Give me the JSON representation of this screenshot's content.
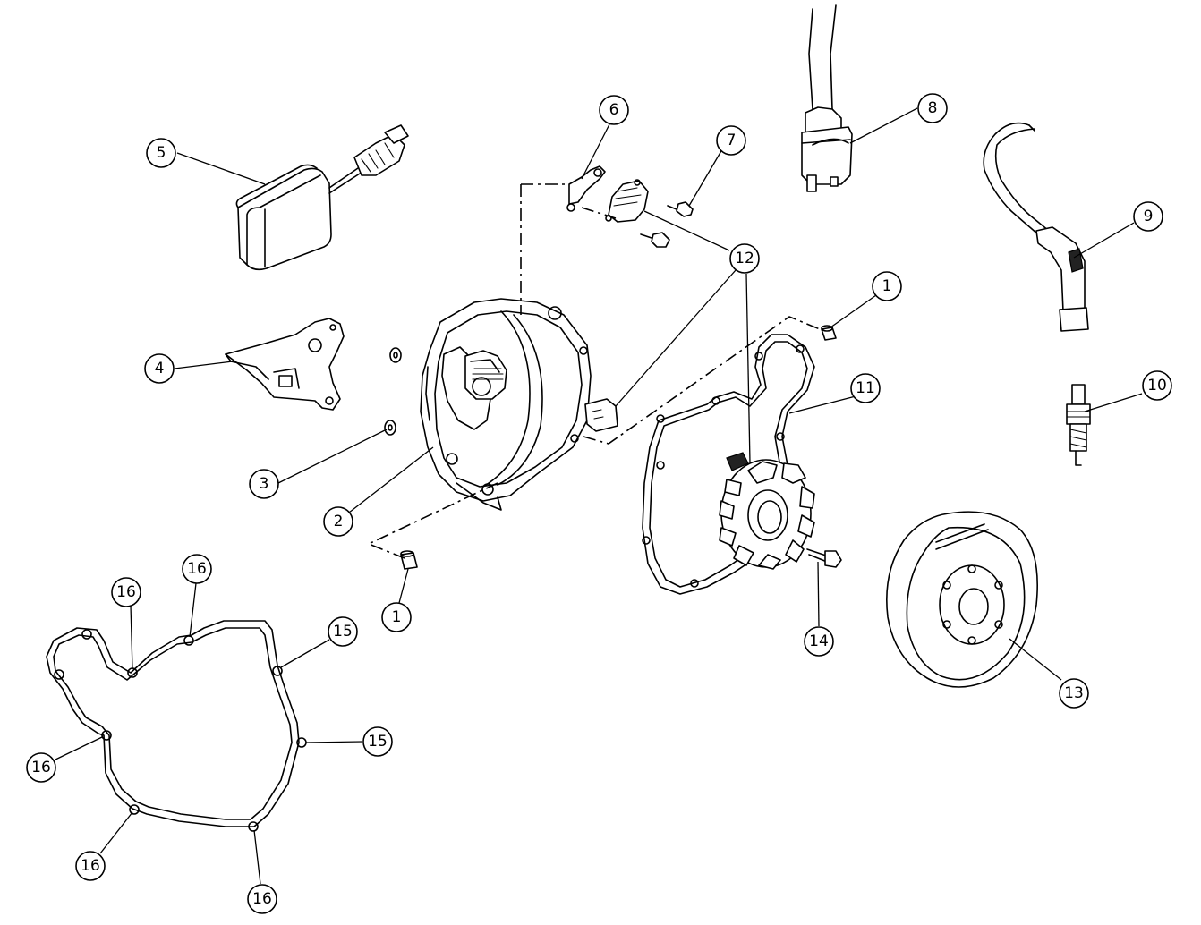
{
  "callouts": [
    {
      "id": "c1a",
      "label": "1"
    },
    {
      "id": "c1b",
      "label": "1"
    },
    {
      "id": "c2",
      "label": "2"
    },
    {
      "id": "c3",
      "label": "3"
    },
    {
      "id": "c4",
      "label": "4"
    },
    {
      "id": "c5",
      "label": "5"
    },
    {
      "id": "c6",
      "label": "6"
    },
    {
      "id": "c7",
      "label": "7"
    },
    {
      "id": "c8",
      "label": "8"
    },
    {
      "id": "c9",
      "label": "9"
    },
    {
      "id": "c10",
      "label": "10"
    },
    {
      "id": "c11",
      "label": "11"
    },
    {
      "id": "c12",
      "label": "12"
    },
    {
      "id": "c13",
      "label": "13"
    },
    {
      "id": "c14",
      "label": "14"
    },
    {
      "id": "c15a",
      "label": "15"
    },
    {
      "id": "c15b",
      "label": "15"
    },
    {
      "id": "c16a",
      "label": "16"
    },
    {
      "id": "c16b",
      "label": "16"
    },
    {
      "id": "c16c",
      "label": "16"
    },
    {
      "id": "c16d",
      "label": "16"
    },
    {
      "id": "c16e",
      "label": "16"
    }
  ]
}
